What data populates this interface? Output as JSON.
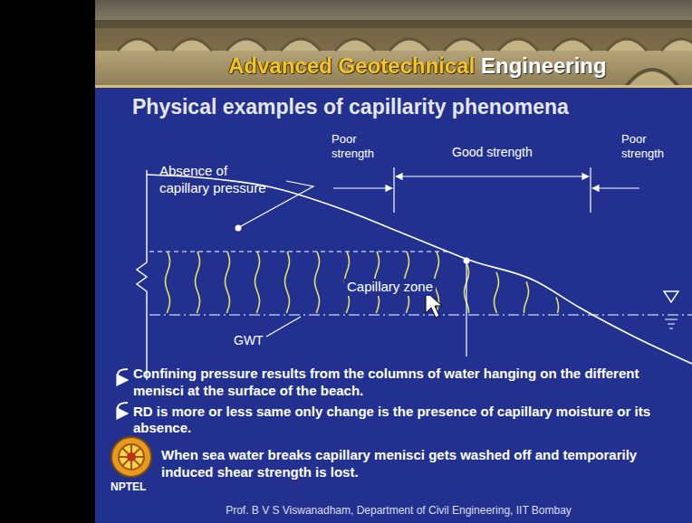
{
  "diagram": {
    "title": "Physical examples of capillarity phenomena",
    "labels": [
      "Advanced Geotechnical",
      "Engineering",
      "Poor strength",
      "Good strength",
      "Poor strength",
      "Absence of capillary pressure",
      "Capillary zone",
      "GWT",
      "Confining pressure results from the columns of water hanging on the different menisci at the surface of the beach.",
      "RD is more or less same only change is the presence of capillary moisture or its absence.",
      "When sea water breaks capillary menisci gets washed off and temporarily induced shear strength is lost.",
      "NPTEL",
      "Prof. B V S Viswanadham, Department of Civil Engineering, IIT Bombay"
    ]
  }
}
